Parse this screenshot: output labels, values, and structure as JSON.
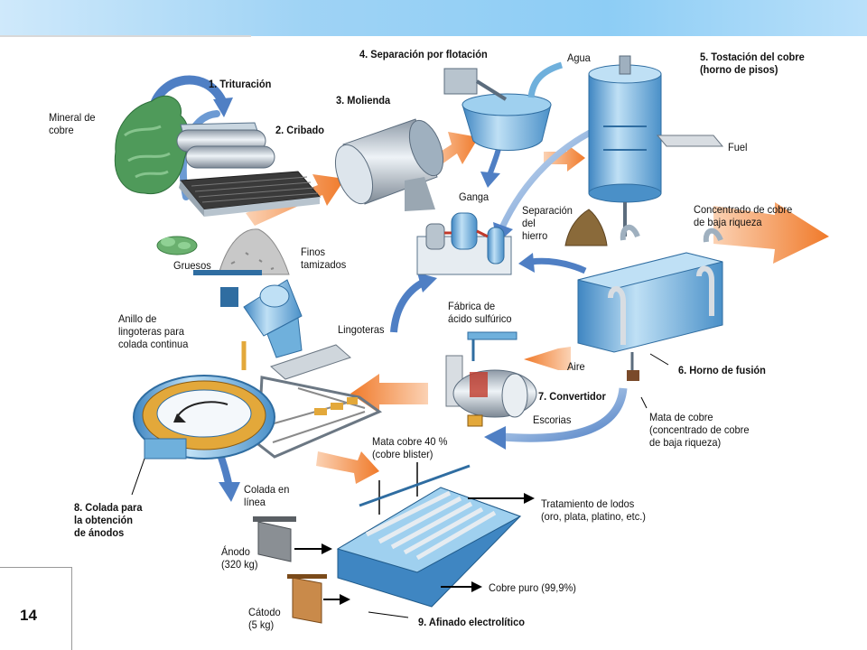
{
  "page_number": "14",
  "steps": {
    "s1": "1. Trituración",
    "s2": "2. Cribado",
    "s3": "3. Molienda",
    "s4": "4. Separación por flotación",
    "s5": "5. Tostación del cobre\n(horno de pisos)",
    "s6": "6. Horno de fusión",
    "s7": "7. Convertidor",
    "s8": "8. Colada para\nla obtención\nde ánodos",
    "s9": "9. Afinado electrolítico"
  },
  "labels": {
    "mineral": "Mineral de\ncobre",
    "agua": "Agua",
    "fuel": "Fuel",
    "ganga": "Ganga",
    "separacion_hierro": "Separación\ndel\nhierro",
    "concentrado_baja": "Concentrado de cobre\nde baja riqueza",
    "gruesos": "Gruesos",
    "finos": "Finos\ntamizados",
    "fabrica_acido": "Fábrica de\nácido sulfúrico",
    "anillo": "Anillo de\nlingoteras para\ncolada continua",
    "lingoteras": "Lingoteras",
    "aire": "Aire",
    "mata_cobre": "Mata de cobre\n(concentrado de cobre\nde baja riqueza)",
    "escorias": "Escorias",
    "mata_40": "Mata cobre 40 %\n(cobre blister)",
    "colada_linea": "Colada en\nlínea",
    "tratamiento_lodos": "Tratamiento de lodos\n(oro, plata, platino, etc.)",
    "anodo": "Ánodo\n(320 kg)",
    "catodo": "Cátodo\n(5 kg)",
    "cobre_puro": "Cobre puro (99,9%)"
  },
  "colors": {
    "flow_orange": "#f07a2a",
    "flow_blue": "#4f7fc4",
    "equipment_blue": "#6fb0dc",
    "mineral_green": "#4f9a5a",
    "header_blue": "#8dcdf5"
  }
}
